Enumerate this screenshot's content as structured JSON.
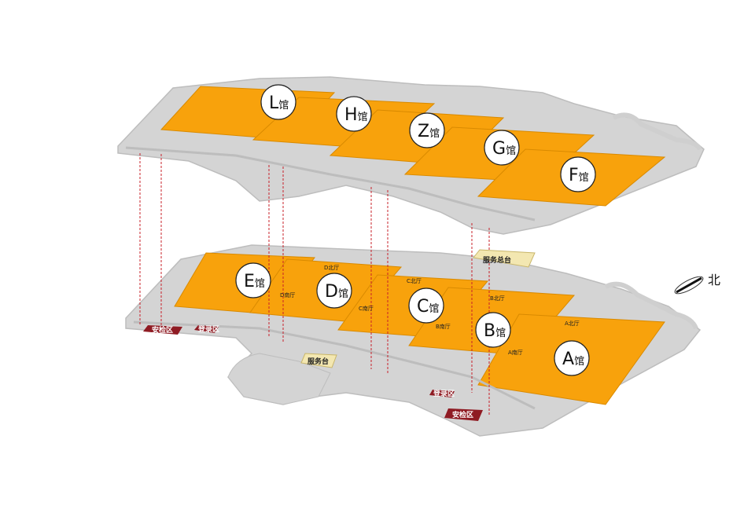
{
  "colors": {
    "floor": "#d4d4d4",
    "floor_edge": "#bdbdbd",
    "hall_fill": "#f8a20c",
    "circle": "#ffffff",
    "sign_red": "#8f1b23",
    "sign_yellow": "#f3e7b1",
    "connector": "#c8202a"
  },
  "upper_halls": [
    {
      "letter": "L",
      "suffix": "馆"
    },
    {
      "letter": "H",
      "suffix": "馆"
    },
    {
      "letter": "Z",
      "suffix": "馆"
    },
    {
      "letter": "G",
      "suffix": "馆"
    },
    {
      "letter": "F",
      "suffix": "馆"
    }
  ],
  "lower_halls": [
    {
      "letter": "E",
      "suffix": "馆"
    },
    {
      "letter": "D",
      "suffix": "馆"
    },
    {
      "letter": "C",
      "suffix": "馆"
    },
    {
      "letter": "B",
      "suffix": "馆"
    },
    {
      "letter": "A",
      "suffix": "馆"
    }
  ],
  "lobby_labels": [
    "D北厅",
    "D南厅",
    "C北厅",
    "C南厅",
    "B北厅",
    "B南厅",
    "A北厅",
    "A南厅"
  ],
  "signs": {
    "service_desk": "服务总台",
    "security_left": "安检区",
    "security_right": "安检区",
    "lobby_small": "登录区",
    "lobby_small_right": "登录区",
    "info_desk": "服务台"
  },
  "compass": {
    "label": "北",
    "icon": "north-arrow-icon"
  }
}
